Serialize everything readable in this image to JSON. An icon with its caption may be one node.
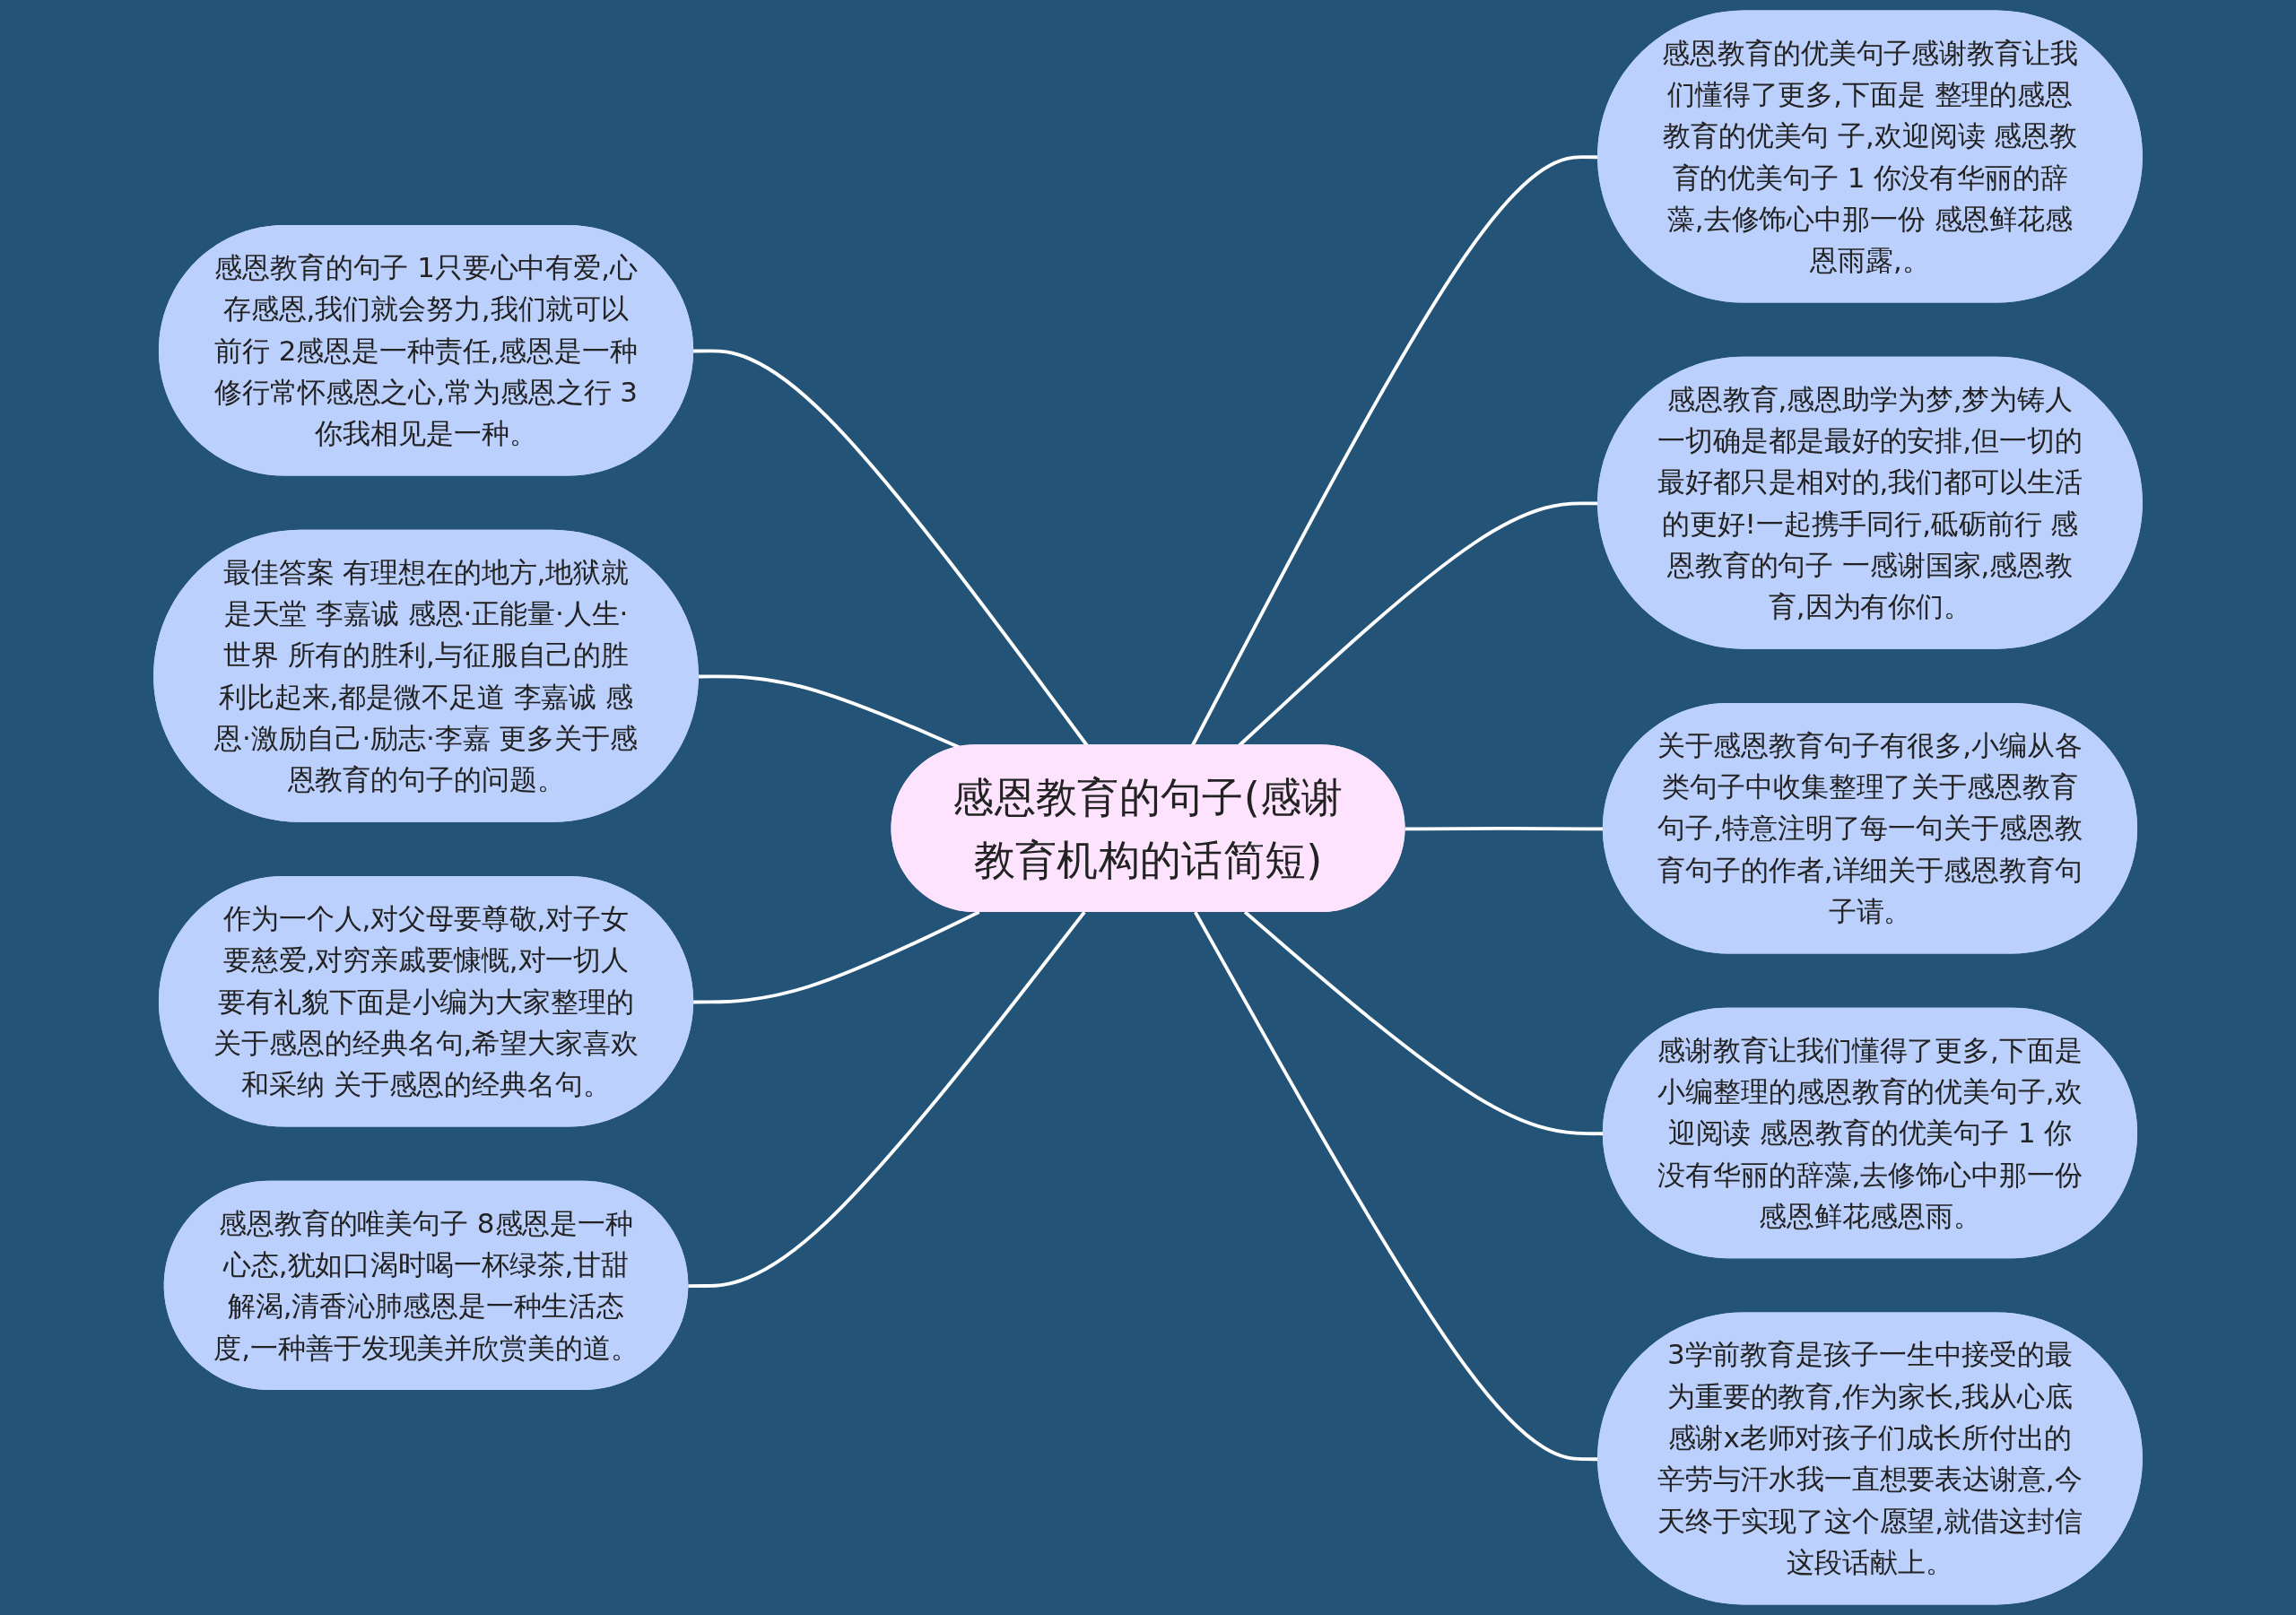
{
  "diagram": {
    "nodes": [
      {
        "text": [
          "感恩教育的句子(感谢教育机构的话简短)"
        ]
      },
      {
        "text": [
          "感恩教育的句子 1只要心中有爱,心存感恩,我们就会努力,我们就可以前行 2感恩是一种责任,感恩是一种修行常怀感恩之心,常为感恩之行 3你我相见是一种。"
        ]
      },
      {
        "text": [
          "最佳答案 有理想在的地方,地狱就是天堂 李嘉诚 感恩·正能量·人生·世界 所有的胜利,与征服自己的胜利比起来,都是微不足道 李嘉诚 感恩·激励自己·励志·李嘉 更多关于感恩教育的句子的问题。"
        ]
      },
      {
        "text": [
          "作为一个人,对父母要尊敬,对子女要慈爱,对穷亲戚要慷慨,对一切人要有礼貌下面是小编为大家整理的关于感恩的经典名句,希望大家喜欢和采纳 关于感恩的经典名句。"
        ]
      },
      {
        "text": [
          "感恩教育的唯美句子 8感恩是一种心态,犹如口渴时喝一杯绿茶,甘甜解渴,清香沁肺感恩是一种生活态度,一种善于发现美并欣赏美的道。"
        ]
      },
      {
        "text": [
          "感恩教育的优美句子感谢教育让我们懂得了更多,下面是 整理的感恩教育的优美句 子,欢迎阅读 感恩教育的优美句子 1 你没有华丽的辞藻,去修饰心中那一份 感恩鲜花感恩雨露,。"
        ]
      },
      {
        "text": [
          "感恩教育,感恩助学为梦,梦为铸人一切确是都是最好的安排,但一切的最好都只是相对的,我们都可以生活的更好!一起携手同行,砥砺前行 感恩教育的句子 一感谢国家,感恩教育,因为有你们。"
        ]
      },
      {
        "text": [
          "关于感恩教育句子有很多,小编从各类句子中收集整理了关于感恩教育句子,特意注明了每一句关于感恩教育句子的作者,详细关于感恩教育句子请。"
        ]
      },
      {
        "text": [
          "感谢教育让我们懂得了更多,下面是小编整理的感恩教育的优美句子,欢迎阅读 感恩教育的优美句子 1 你没有华丽的辞藻,去修饰心中那一份感恩鲜花感恩雨。"
        ]
      },
      {
        "text": [
          "3学前教育是孩子一生中接受的最为重要的教育,作为家长,我从心底感谢x老师对孩子们成长所付出的辛劳与汗水我一直想要表达谢意,今天终于实现了这个愿望,就借这封信这段话献上。"
        ]
      }
    ],
    "edges": [
      {
        "from": 0,
        "to": 1,
        "arrow": "none"
      },
      {
        "from": 0,
        "to": 2,
        "arrow": "none"
      },
      {
        "from": 0,
        "to": 3,
        "arrow": "none"
      },
      {
        "from": 0,
        "to": 4,
        "arrow": "none"
      },
      {
        "from": 0,
        "to": 5,
        "arrow": "none"
      },
      {
        "from": 0,
        "to": 6,
        "arrow": "none"
      },
      {
        "from": 0,
        "to": 7,
        "arrow": "none"
      },
      {
        "from": 0,
        "to": 8,
        "arrow": "none"
      },
      {
        "from": 0,
        "to": 9,
        "arrow": "none"
      }
    ]
  }
}
